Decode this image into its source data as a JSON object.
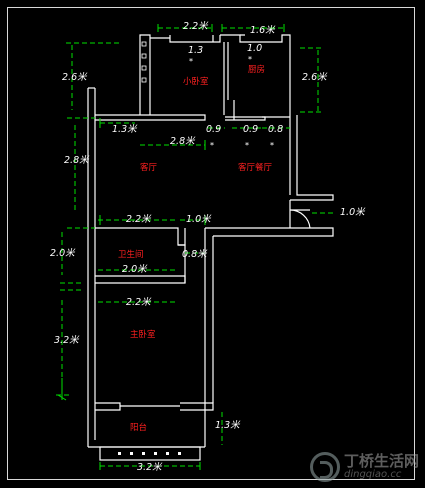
{
  "colors": {
    "background": "#000000",
    "wall": "#ffffff",
    "dimension": "#00e000",
    "room_label": "#ff2020"
  },
  "dimensions": {
    "top_left_width": "2.2米",
    "top_right_width": "1.6米",
    "top_left_height": "2.6米",
    "top_right_height": "2.6米",
    "small_room_width": "1.3",
    "kitchen_width": "1.0",
    "wall_gap_left": "1.3米",
    "living_width": "2.8米",
    "gap_09a": "0.9",
    "gap_09b": "0.9",
    "gap_08": "0.8",
    "left_height_mid": "2.8米",
    "door_right": "1.0米",
    "corridor_width": "2.2米",
    "corridor_gap": "1.0米",
    "bath_height": "2.0米",
    "bath_depth": "0.8米",
    "bath_width": "2.0米",
    "master_width": "2.2米",
    "master_height": "3.2米",
    "balcony_height": "1.3米",
    "balcony_width": "3.2米"
  },
  "rooms": {
    "small_bedroom": "小卧室",
    "kitchen": "厨房",
    "living": "客厅",
    "dining": "客厅餐厅",
    "bathroom": "卫生间",
    "master_bedroom": "主卧室",
    "balcony": "阳台"
  },
  "watermark": {
    "name": "丁桥生活网",
    "url": "dingqiao.cc"
  }
}
